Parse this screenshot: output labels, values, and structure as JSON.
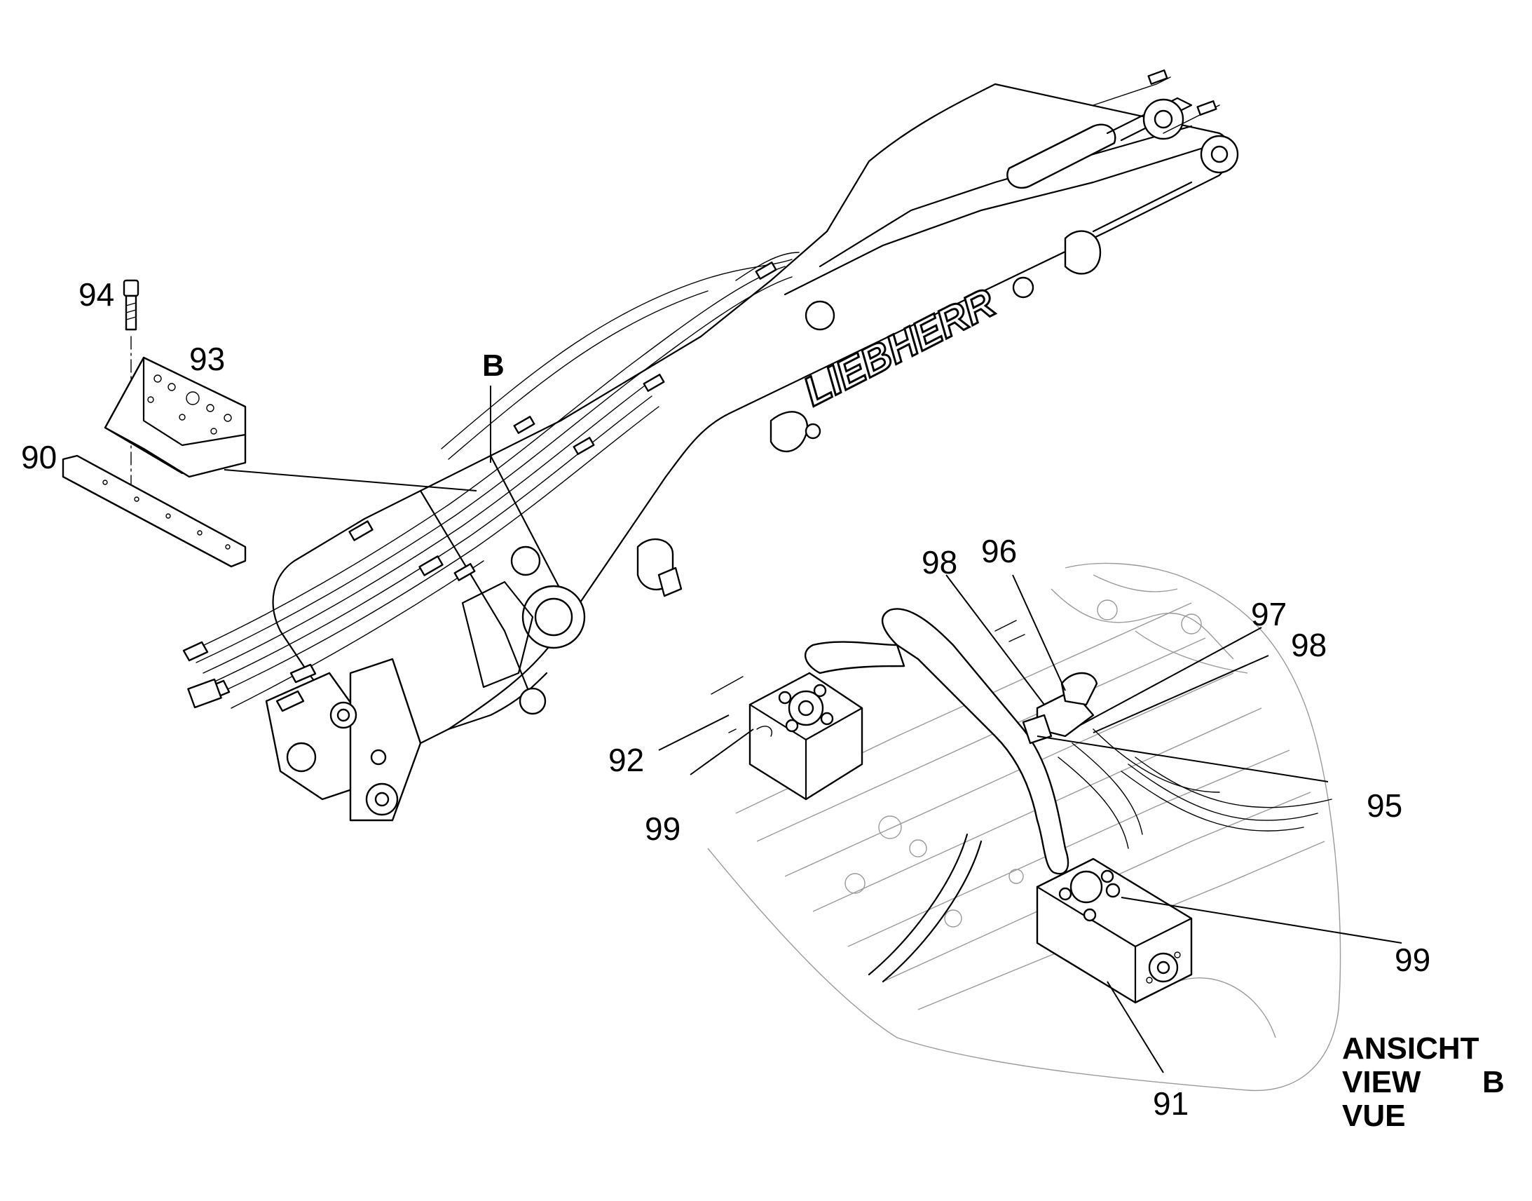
{
  "brand": "LIEBHERR",
  "detail_marker": "B",
  "view_caption": {
    "line1": "ANSICHT",
    "line2": "VIEW",
    "line3": "VUE",
    "marker": "B"
  },
  "callouts": {
    "c90": "90",
    "c91": "91",
    "c92": "92",
    "c93": "93",
    "c94": "94",
    "c95": "95",
    "c96": "96",
    "c97": "97",
    "c98a": "98",
    "c98b": "98",
    "c99a": "99",
    "c99b": "99"
  }
}
